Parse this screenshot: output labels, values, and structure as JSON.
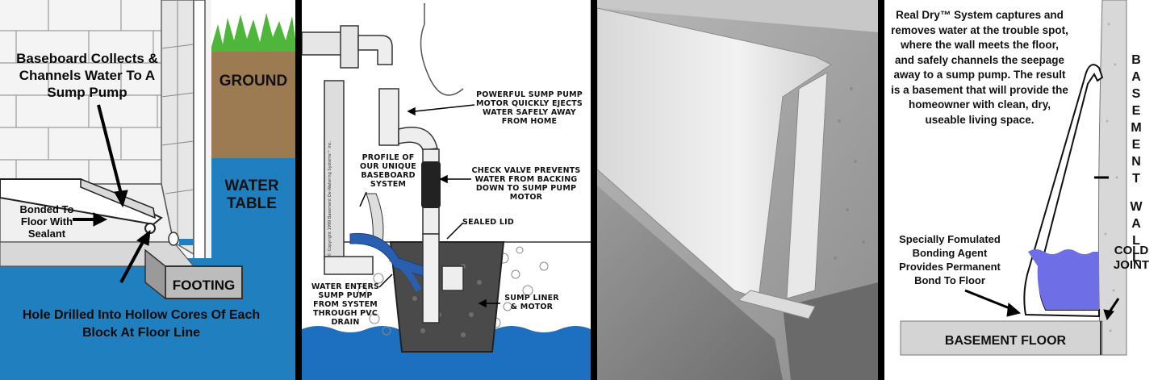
{
  "panel1": {
    "baseboard_label": "Baseboard Collects & Channels Water To A Sump Pump",
    "ground_label": "GROUND",
    "water_table_label": "WATER TABLE",
    "bonded_label": "Bonded To Floor With Sealant",
    "footing_label": "FOOTING",
    "hole_label": "Hole Drilled Into Hollow Cores Of Each Block At Floor Line",
    "colors": {
      "water": "#1f7fbf",
      "ground": "#9c7a52",
      "grass": "#4fb63c"
    }
  },
  "panel2": {
    "motor_label": "POWERFUL SUMP PUMP MOTOR QUICKLY EJECTS WATER SAFELY AWAY FROM HOME",
    "profile_label": "PROFILE OF OUR UNIQUE BASEBOARD SYSTEM",
    "check_valve_label": "CHECK VALVE PREVENTS WATER FROM BACKING DOWN TO SUMP PUMP MOTOR",
    "sealed_lid_label": "SEALED LID",
    "water_enters_label": "WATER ENTERS SUMP PUMP FROM SYSTEM THROUGH PVC DRAIN",
    "liner_label": "SUMP LINER & MOTOR",
    "copyright": "© Copyright 1999 Basement De-Watering Systems™ Inc.",
    "colors": {
      "water": "#1d6fbf",
      "accent": "#2a5fb0"
    }
  },
  "panel4": {
    "description": "Real Dry™ System captures and removes water at the trouble spot, where the wall meets the floor, and safely channels the seepage away to a sump pump. The result is a basement that will provide the homeowner with clean, dry, useable living space.",
    "basement_wall_letters": [
      "B",
      "A",
      "S",
      "E",
      "M",
      "E",
      "N",
      "T"
    ],
    "wall_letters": [
      "W",
      "A",
      "L",
      "L"
    ],
    "bonding_label": "Specially Fomulated Bonding Agent Provides Permanent Bond To Floor",
    "cold_joint_label": "COLD JOINT",
    "floor_label": "BASEMENT FLOOR",
    "colors": {
      "water": "#6e6ee6"
    }
  }
}
